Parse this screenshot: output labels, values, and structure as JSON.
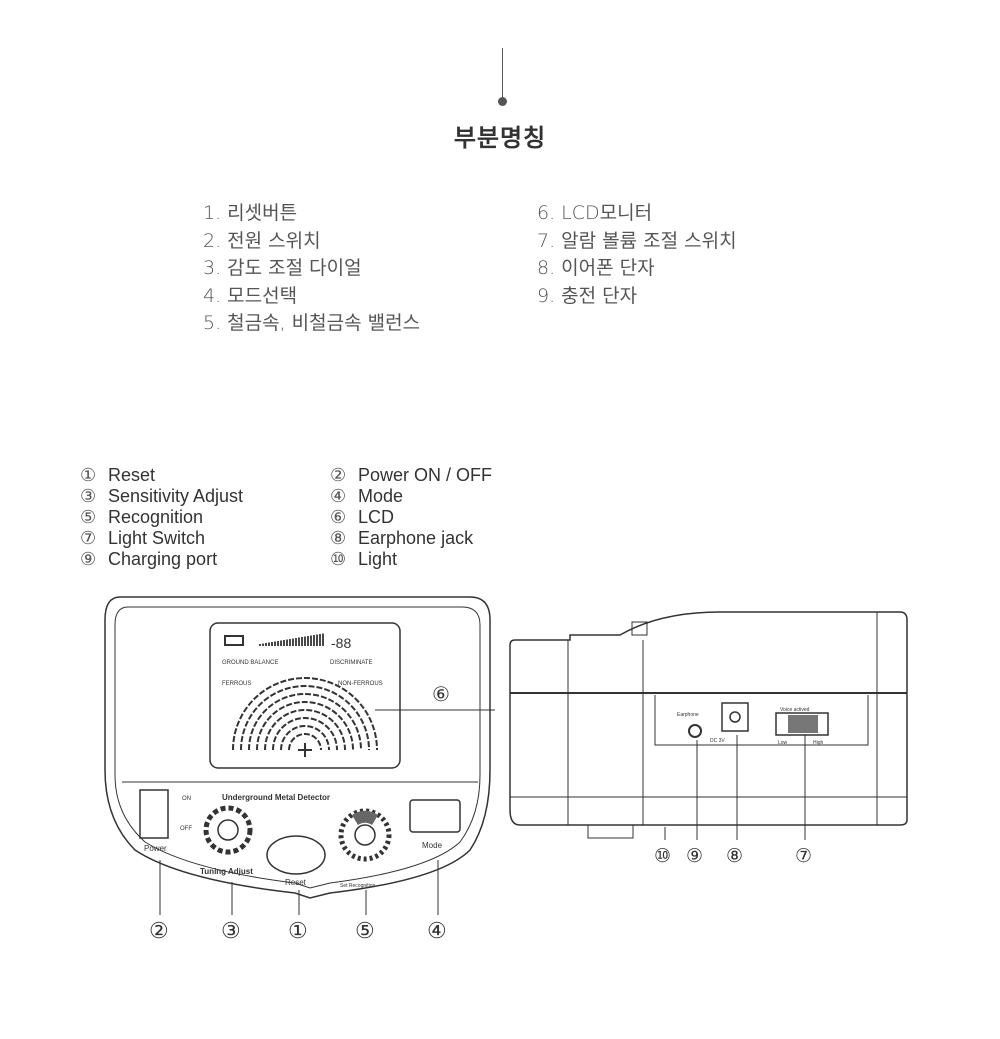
{
  "header": {
    "title": "부분명칭"
  },
  "korean_parts": {
    "left": [
      "1. 리셋버튼",
      "2. 전원 스위치",
      "3. 감도 조절 다이얼",
      "4. 모드선택",
      "5. 철금속, 비철금속 밸런스"
    ],
    "right": [
      "6. LCD모니터",
      "7. 알람 볼륨 조절 스위치",
      "8. 이어폰 단자",
      "9. 충전 단자"
    ]
  },
  "english_legend": {
    "left": [
      {
        "num": "①",
        "label": "Reset"
      },
      {
        "num": "③",
        "label": "Sensitivity  Adjust"
      },
      {
        "num": "⑤",
        "label": "Recognition"
      },
      {
        "num": "⑦",
        "label": "Light Switch"
      },
      {
        "num": "⑨",
        "label": "Charging port"
      }
    ],
    "right": [
      {
        "num": "②",
        "label": "Power  ON / OFF"
      },
      {
        "num": "④",
        "label": "Mode"
      },
      {
        "num": "⑥",
        "label": "LCD"
      },
      {
        "num": "⑧",
        "label": "Earphone jack"
      },
      {
        "num": "⑩",
        "label": "Light"
      }
    ]
  },
  "front_panel": {
    "lcd_value": "-88",
    "ground_balance": "GROUND BALANCE",
    "discriminate": "DISCRIMINATE",
    "ferrous": "FERROUS",
    "non_ferrous": "NON-FERROUS",
    "brand": "Underground Metal Detector",
    "on": "ON",
    "off": "OFF",
    "power": "Power",
    "tuning": "Tuning Adjust",
    "reset": "Reset",
    "mode": "Mode",
    "recognition": "Set Recognition",
    "callouts": [
      "②",
      "③",
      "①",
      "⑤",
      "④",
      "⑥"
    ]
  },
  "side_panel": {
    "earphone": "Earphone",
    "dc": "DC 3V",
    "voice": "Voice actived",
    "low": "Low",
    "high": "High",
    "callouts": [
      "⑩",
      "⑨",
      "⑧",
      "⑦"
    ]
  }
}
